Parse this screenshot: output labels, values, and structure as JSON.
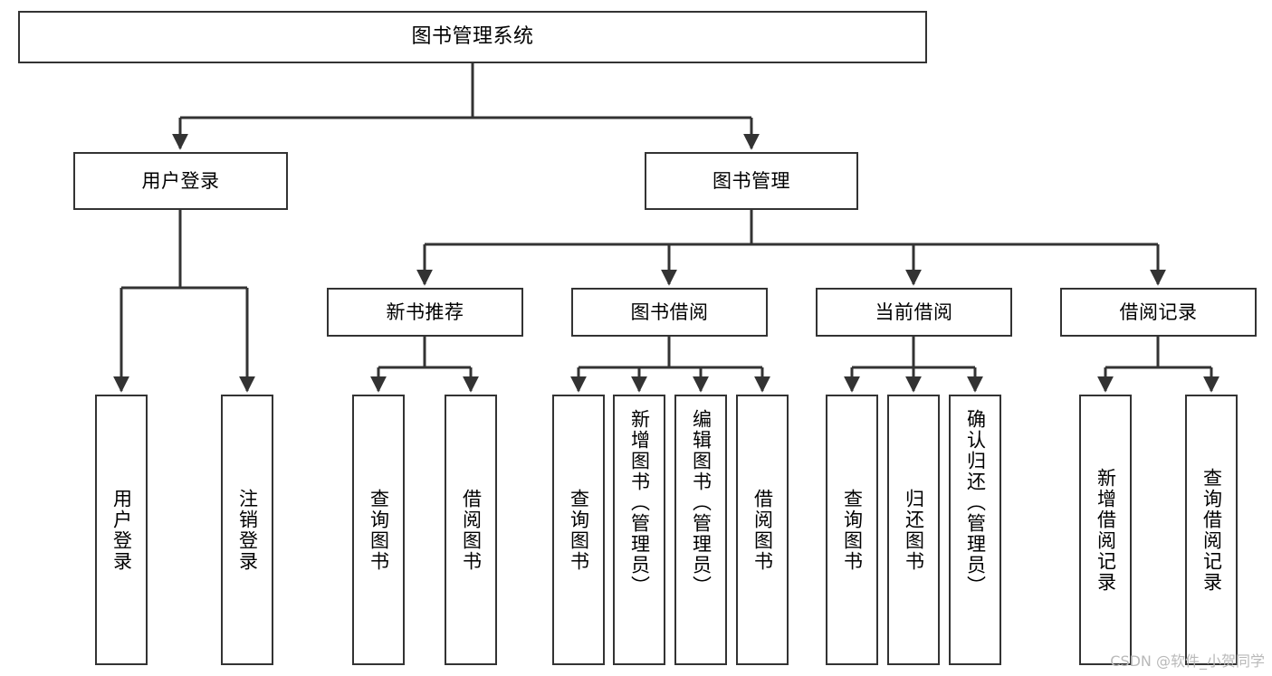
{
  "diagram": {
    "title": "图书管理系统",
    "type": "tree-hierarchy-chart",
    "root": {
      "id": "root",
      "label": "图书管理系统"
    },
    "level2": [
      {
        "id": "user-login",
        "label": "用户登录"
      },
      {
        "id": "book-manage",
        "label": "图书管理"
      }
    ],
    "level3": [
      {
        "id": "new-book-rec",
        "label": "新书推荐"
      },
      {
        "id": "book-borrow",
        "label": "图书借阅"
      },
      {
        "id": "current-borrow",
        "label": "当前借阅"
      },
      {
        "id": "borrow-record",
        "label": "借阅记录"
      }
    ],
    "leaves": {
      "user_login": [
        {
          "id": "leaf-user-login",
          "label": "用户登录"
        },
        {
          "id": "leaf-logout-login",
          "label": "注销登录"
        }
      ],
      "new_book_rec": [
        {
          "id": "leaf-query-book-1",
          "label": "查询图书"
        },
        {
          "id": "leaf-borrow-book-1",
          "label": "借阅图书"
        }
      ],
      "book_borrow": [
        {
          "id": "leaf-query-book-2",
          "label": "查询图书"
        },
        {
          "id": "leaf-add-book",
          "label": "新增图书（管理员）"
        },
        {
          "id": "leaf-edit-book",
          "label": "编辑图书（管理员）"
        },
        {
          "id": "leaf-borrow-book-2",
          "label": "借阅图书"
        }
      ],
      "current_borrow": [
        {
          "id": "leaf-query-book-3",
          "label": "查询图书"
        },
        {
          "id": "leaf-return-book",
          "label": "归还图书"
        },
        {
          "id": "leaf-confirm-return",
          "label": "确认归还（管理员）"
        }
      ],
      "borrow_record": [
        {
          "id": "leaf-add-record",
          "label": "新增借阅记录"
        },
        {
          "id": "leaf-query-record",
          "label": "查询借阅记录"
        }
      ]
    },
    "colors": {
      "stroke": "#333333",
      "fill": "#ffffff",
      "text": "#000000",
      "watermark": "#b9b9b9"
    }
  },
  "watermark": {
    "text": "CSDN @软件_小贺同学"
  }
}
